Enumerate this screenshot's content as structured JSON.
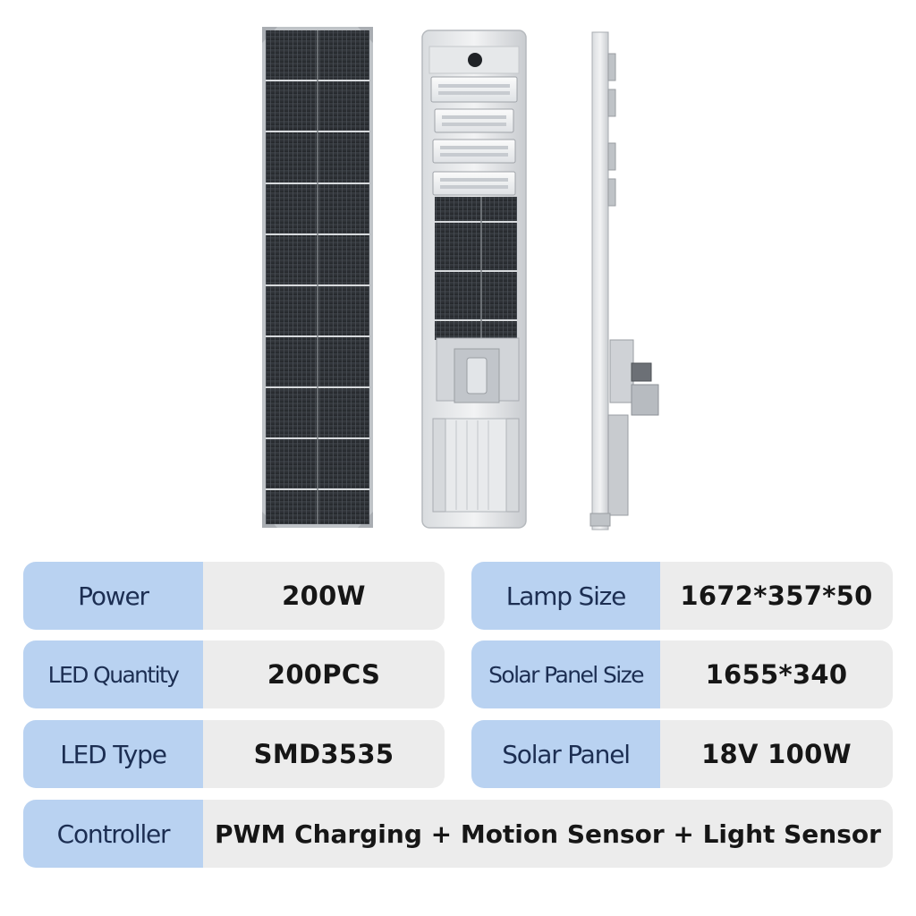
{
  "colors": {
    "label_bg": "#b9d2f1",
    "label_text": "#1c2e52",
    "value_bg": "#ececec",
    "value_text": "#161616"
  },
  "product": {
    "views": [
      "solar-panel-front-view",
      "lamp-back-view",
      "lamp-side-view"
    ]
  },
  "specs": {
    "power": {
      "label": "Power",
      "value": "200W"
    },
    "lamp_size": {
      "label": "Lamp Size",
      "value": "1672*357*50"
    },
    "led_quantity": {
      "label": "LED Quantity",
      "value": "200PCS"
    },
    "solar_panel_size": {
      "label": "Solar Panel Size",
      "value": "1655*340"
    },
    "led_type": {
      "label": "LED Type",
      "value": "SMD3535"
    },
    "solar_panel": {
      "label": "Solar Panel",
      "value": "18V 100W"
    },
    "controller": {
      "label": "Controller",
      "value": "PWM Charging + Motion Sensor + Light Sensor"
    }
  }
}
